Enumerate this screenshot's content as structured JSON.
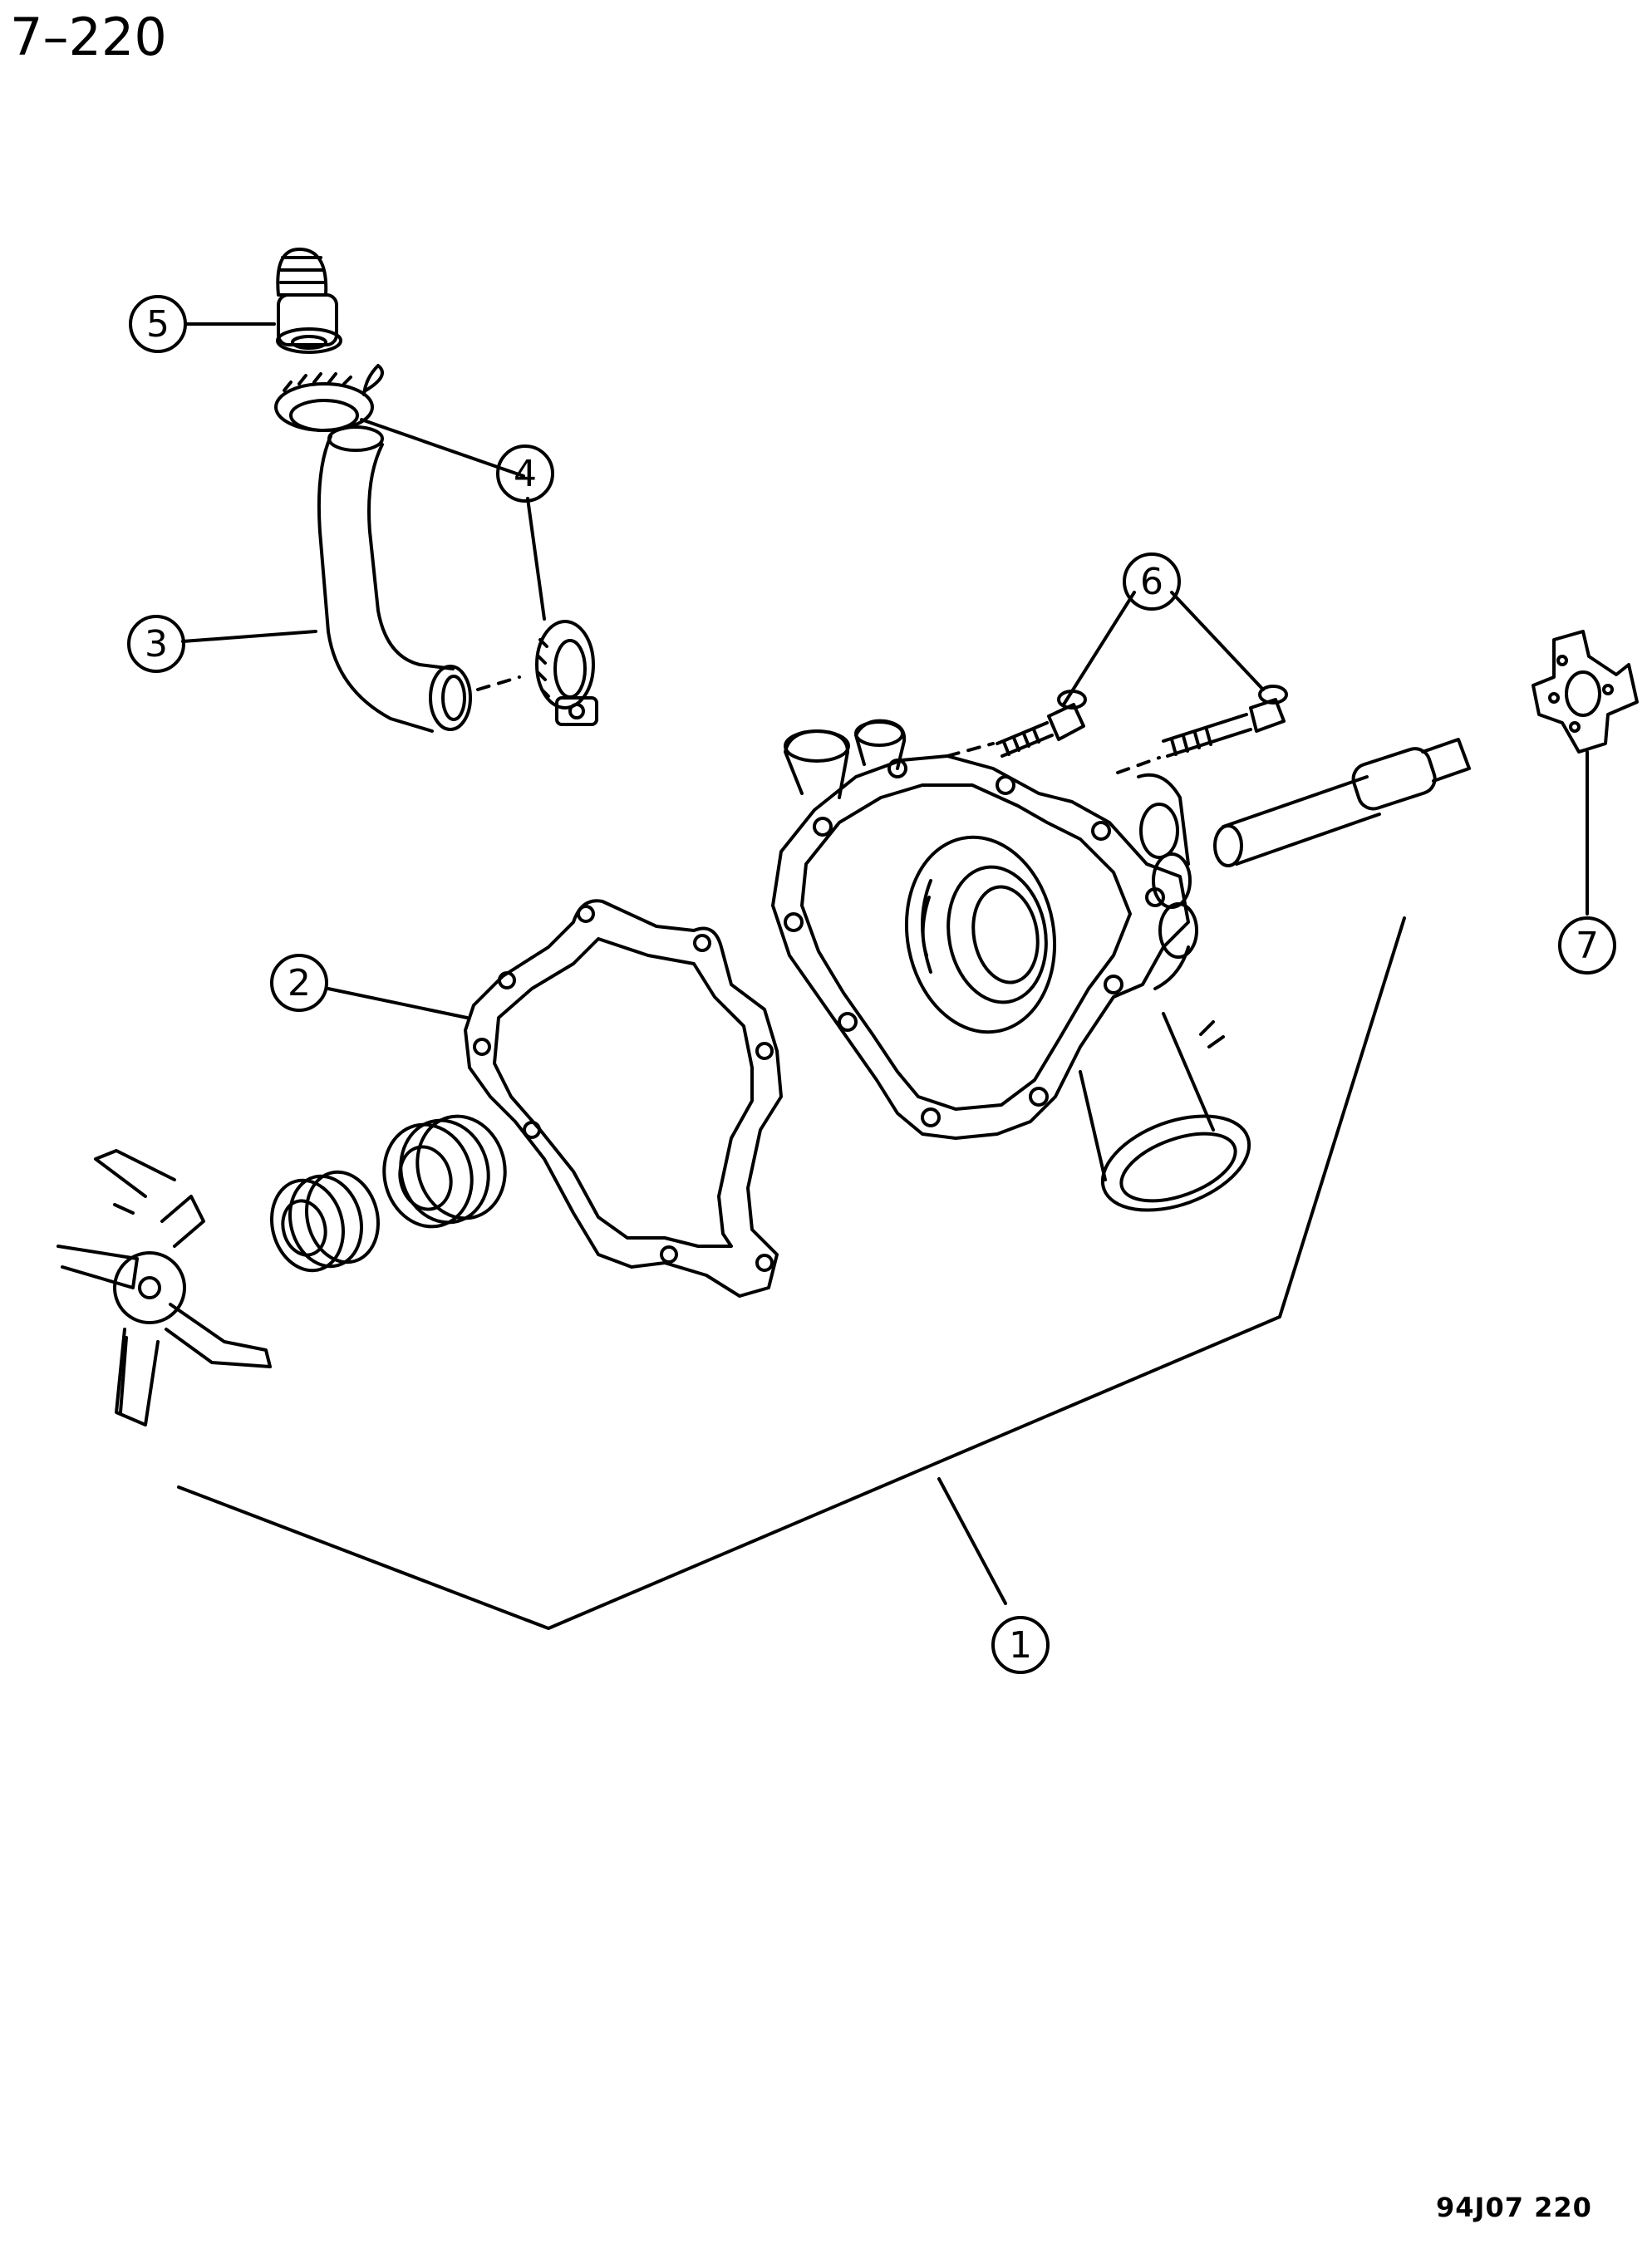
{
  "page_number": "7–220",
  "figure_code": "94J07 220",
  "callouts": [
    "1",
    "2",
    "3",
    "4",
    "5",
    "6",
    "7"
  ],
  "colors": {
    "ink": "#000000",
    "paper": "#ffffff"
  }
}
